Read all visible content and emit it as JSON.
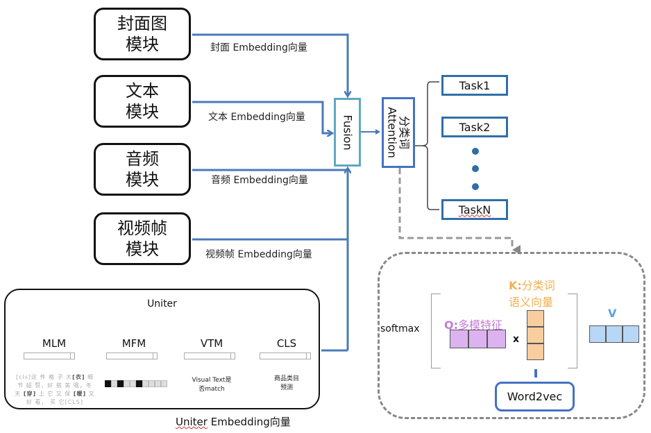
{
  "modules": [
    {
      "line1": "封面图",
      "line2": "模块",
      "embedding_label": "封面 Embedding向量"
    },
    {
      "line1": "文本",
      "line2": "模块",
      "embedding_label": "文本 Embedding向量"
    },
    {
      "line1": "音频",
      "line2": "模块",
      "embedding_label": "音频 Embedding向量"
    },
    {
      "line1": "视频帧",
      "line2": "模块",
      "embedding_label": "视频帧 Embedding向量"
    }
  ],
  "fusion": {
    "label": "Fusion"
  },
  "attention": {
    "line1": "Attention",
    "line2": "分类词"
  },
  "tasks": [
    "Task1",
    "Task2",
    "TaskN"
  ],
  "uniter": {
    "title": "Uniter",
    "heads": [
      "MLM",
      "MFM",
      "VTM",
      "CLS"
    ],
    "mlm_text": [
      "[cls]这 件 格 子 大",
      "[衣]",
      " 细 节 超 赞，好 搭 美 哦。冬 天 ",
      "[穿]",
      " 上 它 又 保 ",
      "[暖]",
      " 又 好 看， 买 它[CLS]"
    ],
    "mfm_cells": [
      1,
      0,
      1,
      0,
      0,
      1,
      0,
      0,
      0,
      0
    ],
    "vtm_text_line1": "Visual Text是",
    "vtm_text_line2": "否match",
    "cls_text_line1": "商品类目",
    "cls_text_line2": "预测",
    "embedding_label_word": "Uniter",
    "embedding_label_rest": " Embedding向量"
  },
  "attention_detail": {
    "softmax": "softmax",
    "q_prefix": "Q:",
    "q_text": "多模特征",
    "k_prefix": "K:",
    "k_line1": "分类词",
    "k_line2": "语义向量",
    "v_label": "V",
    "times": "x",
    "word2vec": "Word2vec"
  },
  "colors": {
    "arrow_blue": "#4a7ab8",
    "fusion_border": "#5fa8c0",
    "attention_border": "#4472c4",
    "task_border": "#2f6ea8",
    "q_color": "#c77ad9",
    "k_color": "#f0b050",
    "v_color": "#5ea0e0"
  }
}
